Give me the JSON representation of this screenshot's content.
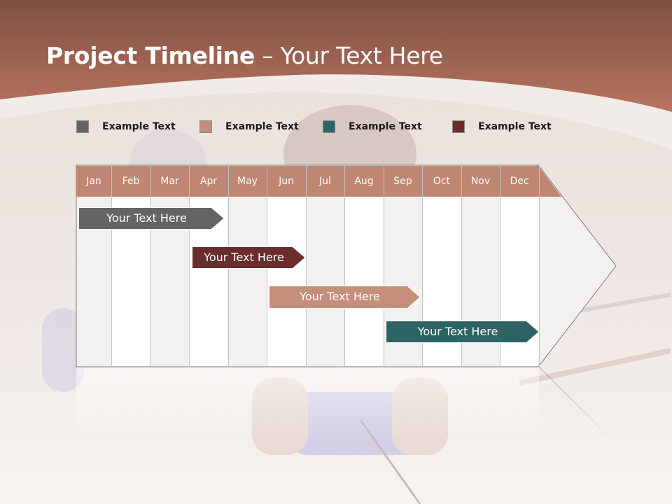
{
  "slide": {
    "title_bold": "Project Timeline",
    "title_rest": " – Your Text Here"
  },
  "legend": [
    {
      "label": "Example Text",
      "color": "#646464"
    },
    {
      "label": "Example Text",
      "color": "#c58e7a"
    },
    {
      "label": "Example Text",
      "color": "#2e6364"
    },
    {
      "label": "Example Text",
      "color": "#6a2d2c"
    }
  ],
  "months": [
    "Jan",
    "Feb",
    "Mar",
    "Apr",
    "May",
    "Jun",
    "Jul",
    "Aug",
    "Sep",
    "Oct",
    "Nov",
    "Dec"
  ],
  "tasks": [
    {
      "label": "Your  Text Here",
      "color": "#646464"
    },
    {
      "label": "Your  Text Here",
      "color": "#6a2d2c"
    },
    {
      "label": "Your  Text Here",
      "color": "#c58e7a"
    },
    {
      "label": "Your  Text Here",
      "color": "#2e6364"
    }
  ],
  "colors": {
    "header_band": "#b07060",
    "month_bar": "#c08673",
    "page_bg": "#efe8e4"
  }
}
